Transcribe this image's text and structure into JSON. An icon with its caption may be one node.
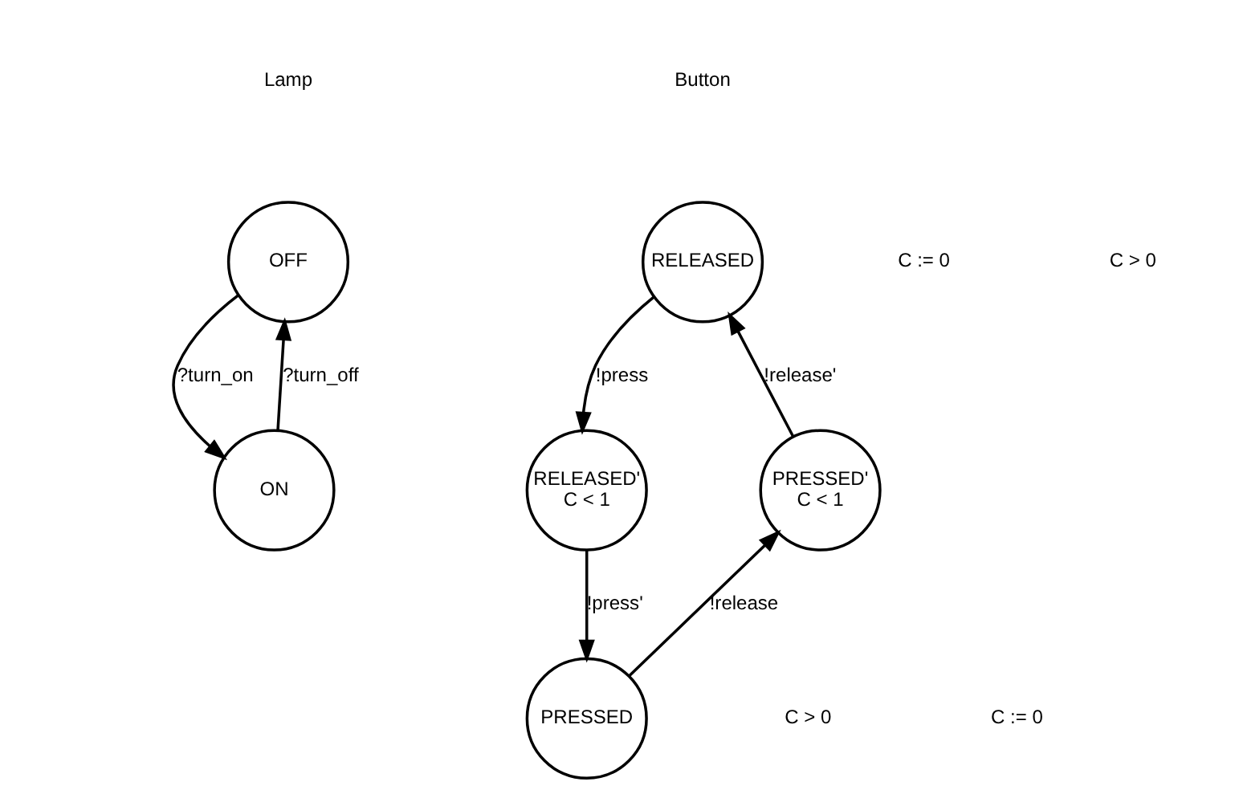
{
  "diagram": {
    "nodes": [
      {
        "text": [
          "OFF"
        ]
      },
      {
        "text": [
          "ON"
        ]
      },
      {
        "text": [
          "RELEASED"
        ]
      },
      {
        "text": [
          "RELEASED'",
          "C < 1"
        ]
      },
      {
        "text": [
          "PRESSED'",
          "C < 1"
        ]
      },
      {
        "text": [
          "PRESSED"
        ]
      }
    ],
    "edges": [
      {
        "from": 0,
        "to": 1,
        "arrow": "to",
        "label": "?turn_on"
      },
      {
        "from": 1,
        "to": 0,
        "arrow": "to",
        "label": "?turn_off"
      },
      {
        "from": 2,
        "to": 3,
        "arrow": "to",
        "label": "!press"
      },
      {
        "from": 3,
        "to": 5,
        "arrow": "to",
        "label": "!press'"
      },
      {
        "from": 5,
        "to": 4,
        "arrow": "to",
        "label": "!release"
      },
      {
        "from": 4,
        "to": 2,
        "arrow": "to",
        "label": "!release'"
      }
    ],
    "labels": [
      "Lamp",
      "Button",
      "C := 0",
      "C > 0",
      "C > 0",
      "C := 0"
    ]
  }
}
